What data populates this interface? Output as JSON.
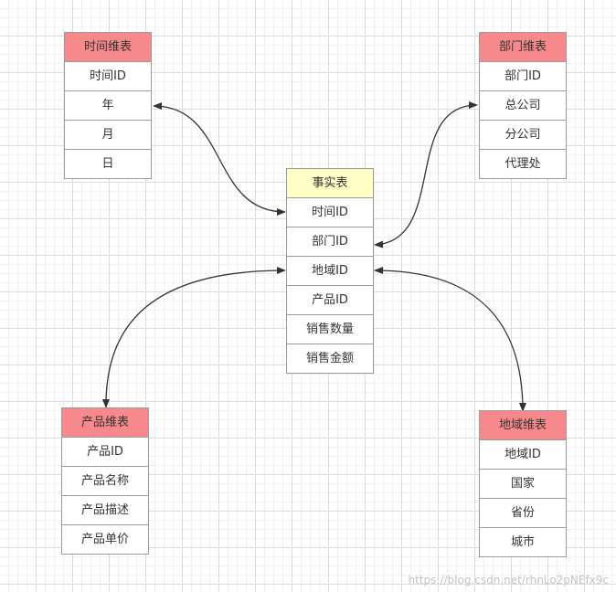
{
  "tables": {
    "time_dim": {
      "title": "时间维表",
      "fields": [
        "时间ID",
        "年",
        "月",
        "日"
      ]
    },
    "dept_dim": {
      "title": "部门维表",
      "fields": [
        "部门ID",
        "总公司",
        "分公司",
        "代理处"
      ]
    },
    "fact": {
      "title": "事实表",
      "fields": [
        "时间ID",
        "部门ID",
        "地域ID",
        "产品ID",
        "销售数量",
        "销售金额"
      ]
    },
    "product_dim": {
      "title": "产品维表",
      "fields": [
        "产品ID",
        "产品名称",
        "产品描述",
        "产品单价"
      ]
    },
    "region_dim": {
      "title": "地域维表",
      "fields": [
        "地域ID",
        "国家",
        "省份",
        "城市"
      ]
    }
  },
  "colors": {
    "dimension_header": "#f7888c",
    "fact_header": "#ffffc6",
    "border": "#9a9a9a",
    "connector": "#333333"
  },
  "watermark": "https://blog.csdn.net/rhnLo2pNEfx9c"
}
